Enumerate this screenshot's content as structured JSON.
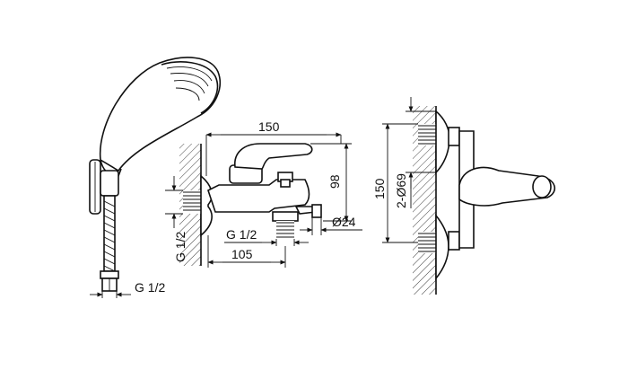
{
  "dimensions": {
    "shower_hose_thread": "G 1/2",
    "overall_width": "150",
    "height": "98",
    "wall_thread": "G 1/2",
    "outlet_thread": "G 1/2",
    "spout_projection": "105",
    "outlet_diameter": "Ø24",
    "centre_distance": "150",
    "escutcheon_diameter": "2-Ø69"
  }
}
